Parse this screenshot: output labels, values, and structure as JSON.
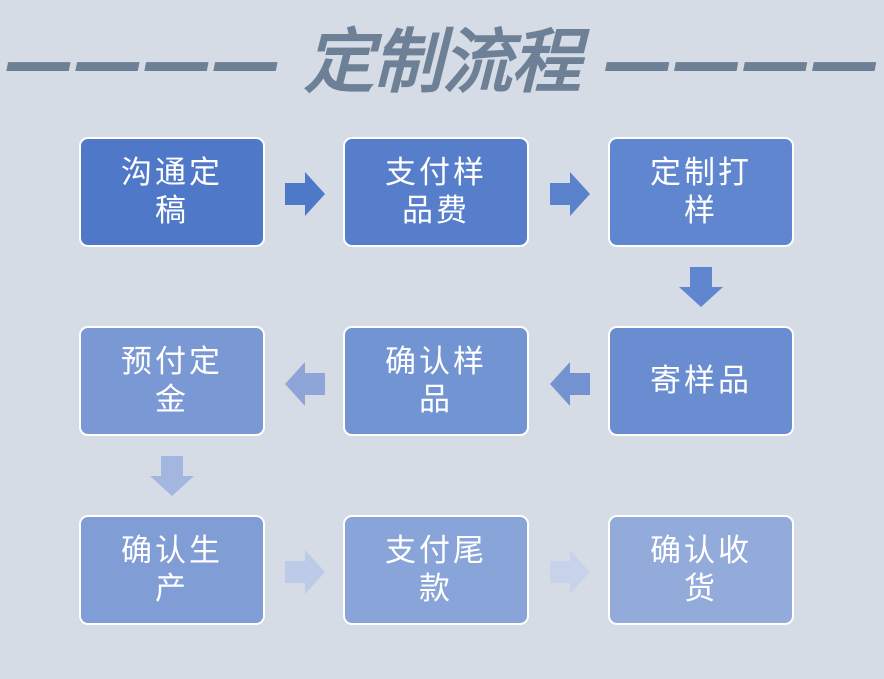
{
  "title": "———— 定制流程 ————",
  "steps": [
    {
      "label": "沟通定稿",
      "color": "#4f78c9"
    },
    {
      "label": "支付样品费",
      "color": "#567ecb"
    },
    {
      "label": "定制打样",
      "color": "#5f86cf"
    },
    {
      "label": "寄样品",
      "color": "#6a8dd1"
    },
    {
      "label": "确认样品",
      "color": "#7294d3"
    },
    {
      "label": "预付定金",
      "color": "#7a99d4"
    },
    {
      "label": "确认生产",
      "color": "#809dd5"
    },
    {
      "label": "支付尾款",
      "color": "#89a4d8"
    },
    {
      "label": "确认收货",
      "color": "#93abda"
    }
  ],
  "arrows": [
    {
      "direction": "right",
      "color": "#4e78c8"
    },
    {
      "direction": "right",
      "color": "#5a82cc"
    },
    {
      "direction": "down",
      "color": "#5f86cf"
    },
    {
      "direction": "left",
      "color": "#7292d1"
    },
    {
      "direction": "left",
      "color": "#8ea5d7"
    },
    {
      "direction": "down",
      "color": "#a3b6df"
    },
    {
      "direction": "right",
      "color": "#bccbe8"
    },
    {
      "direction": "right",
      "color": "#c7d3eb"
    }
  ]
}
